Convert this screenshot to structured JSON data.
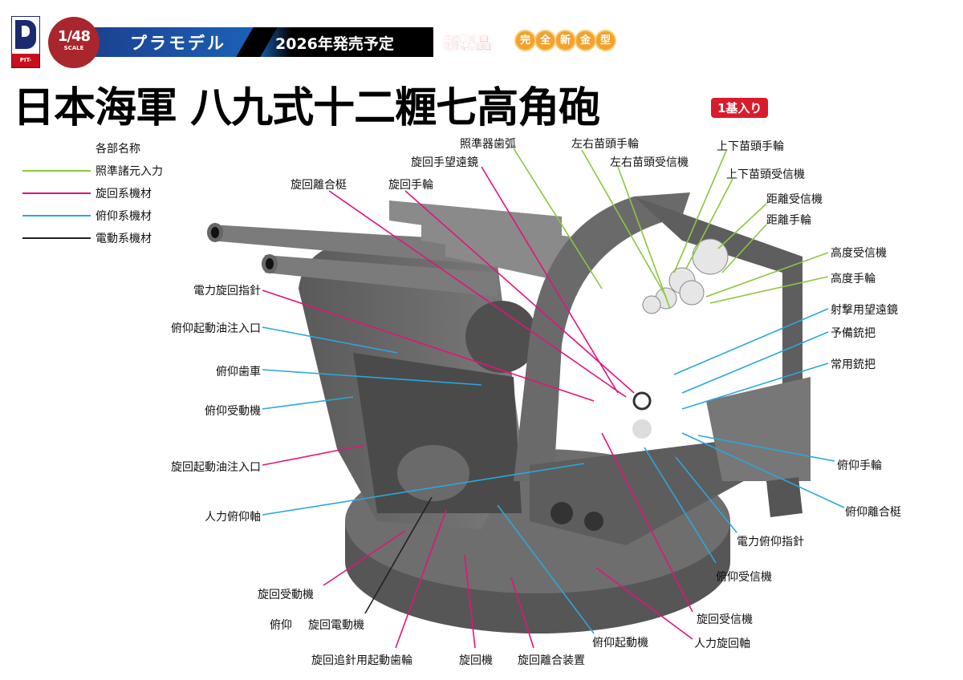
{
  "header": {
    "brand": "PIT-ROAD",
    "scale_value": "1/48",
    "scale_label": "SCALE",
    "category": "プラモデル",
    "release": "2026年発売予定",
    "new_product": "新製品",
    "new_mold": [
      "完",
      "全",
      "新",
      "金",
      "型"
    ],
    "title": "日本海軍 八九式十二糎七高角砲",
    "quantity": "1基入り"
  },
  "legend": {
    "title": "各部名称",
    "items": [
      {
        "label": "照準諸元入力",
        "color": "#8cc63f"
      },
      {
        "label": "旋回系機材",
        "color": "#e4127d"
      },
      {
        "label": "俯仰系機材",
        "color": "#29a8dc"
      },
      {
        "label": "電動系機材",
        "color": "#222222"
      }
    ]
  },
  "labels": [
    {
      "text": "照準器歯弧",
      "system": "green"
    },
    {
      "text": "旋回手望遠鏡",
      "system": "pink"
    },
    {
      "text": "左右苗頭手輪",
      "system": "green"
    },
    {
      "text": "左右苗頭受信機",
      "system": "green"
    },
    {
      "text": "上下苗頭手輪",
      "system": "green"
    },
    {
      "text": "上下苗頭受信機",
      "system": "green"
    },
    {
      "text": "距離受信機",
      "system": "green"
    },
    {
      "text": "距離手輪",
      "system": "green"
    },
    {
      "text": "高度受信機",
      "system": "green"
    },
    {
      "text": "高度手輪",
      "system": "green"
    },
    {
      "text": "射撃用望遠鏡",
      "system": "cyan"
    },
    {
      "text": "予備銃把",
      "system": "cyan"
    },
    {
      "text": "常用銃把",
      "system": "cyan"
    },
    {
      "text": "旋回離合梃",
      "system": "pink"
    },
    {
      "text": "旋回手輪",
      "system": "pink"
    },
    {
      "text": "電力旋回指針",
      "system": "pink"
    },
    {
      "text": "俯仰起動油注入口",
      "system": "cyan"
    },
    {
      "text": "俯仰歯車",
      "system": "cyan"
    },
    {
      "text": "俯仰受動機",
      "system": "cyan"
    },
    {
      "text": "旋回起動油注入口",
      "system": "pink"
    },
    {
      "text": "人力俯仰軸",
      "system": "cyan"
    },
    {
      "text": "旋回受動機",
      "system": "pink"
    },
    {
      "text": "俯仰",
      "system": "none"
    },
    {
      "text": "旋回電動機",
      "system": "black"
    },
    {
      "text": "旋回追針用起動歯輪",
      "system": "pink"
    },
    {
      "text": "旋回機",
      "system": "pink"
    },
    {
      "text": "旋回離合装置",
      "system": "pink"
    },
    {
      "text": "俯仰起動機",
      "system": "cyan"
    },
    {
      "text": "人力旋回軸",
      "system": "pink"
    },
    {
      "text": "旋回受信機",
      "system": "pink"
    },
    {
      "text": "俯仰受信機",
      "system": "cyan"
    },
    {
      "text": "電力俯仰指針",
      "system": "cyan"
    },
    {
      "text": "俯仰離合梃",
      "system": "cyan"
    },
    {
      "text": "俯仰手輪",
      "system": "cyan"
    }
  ]
}
